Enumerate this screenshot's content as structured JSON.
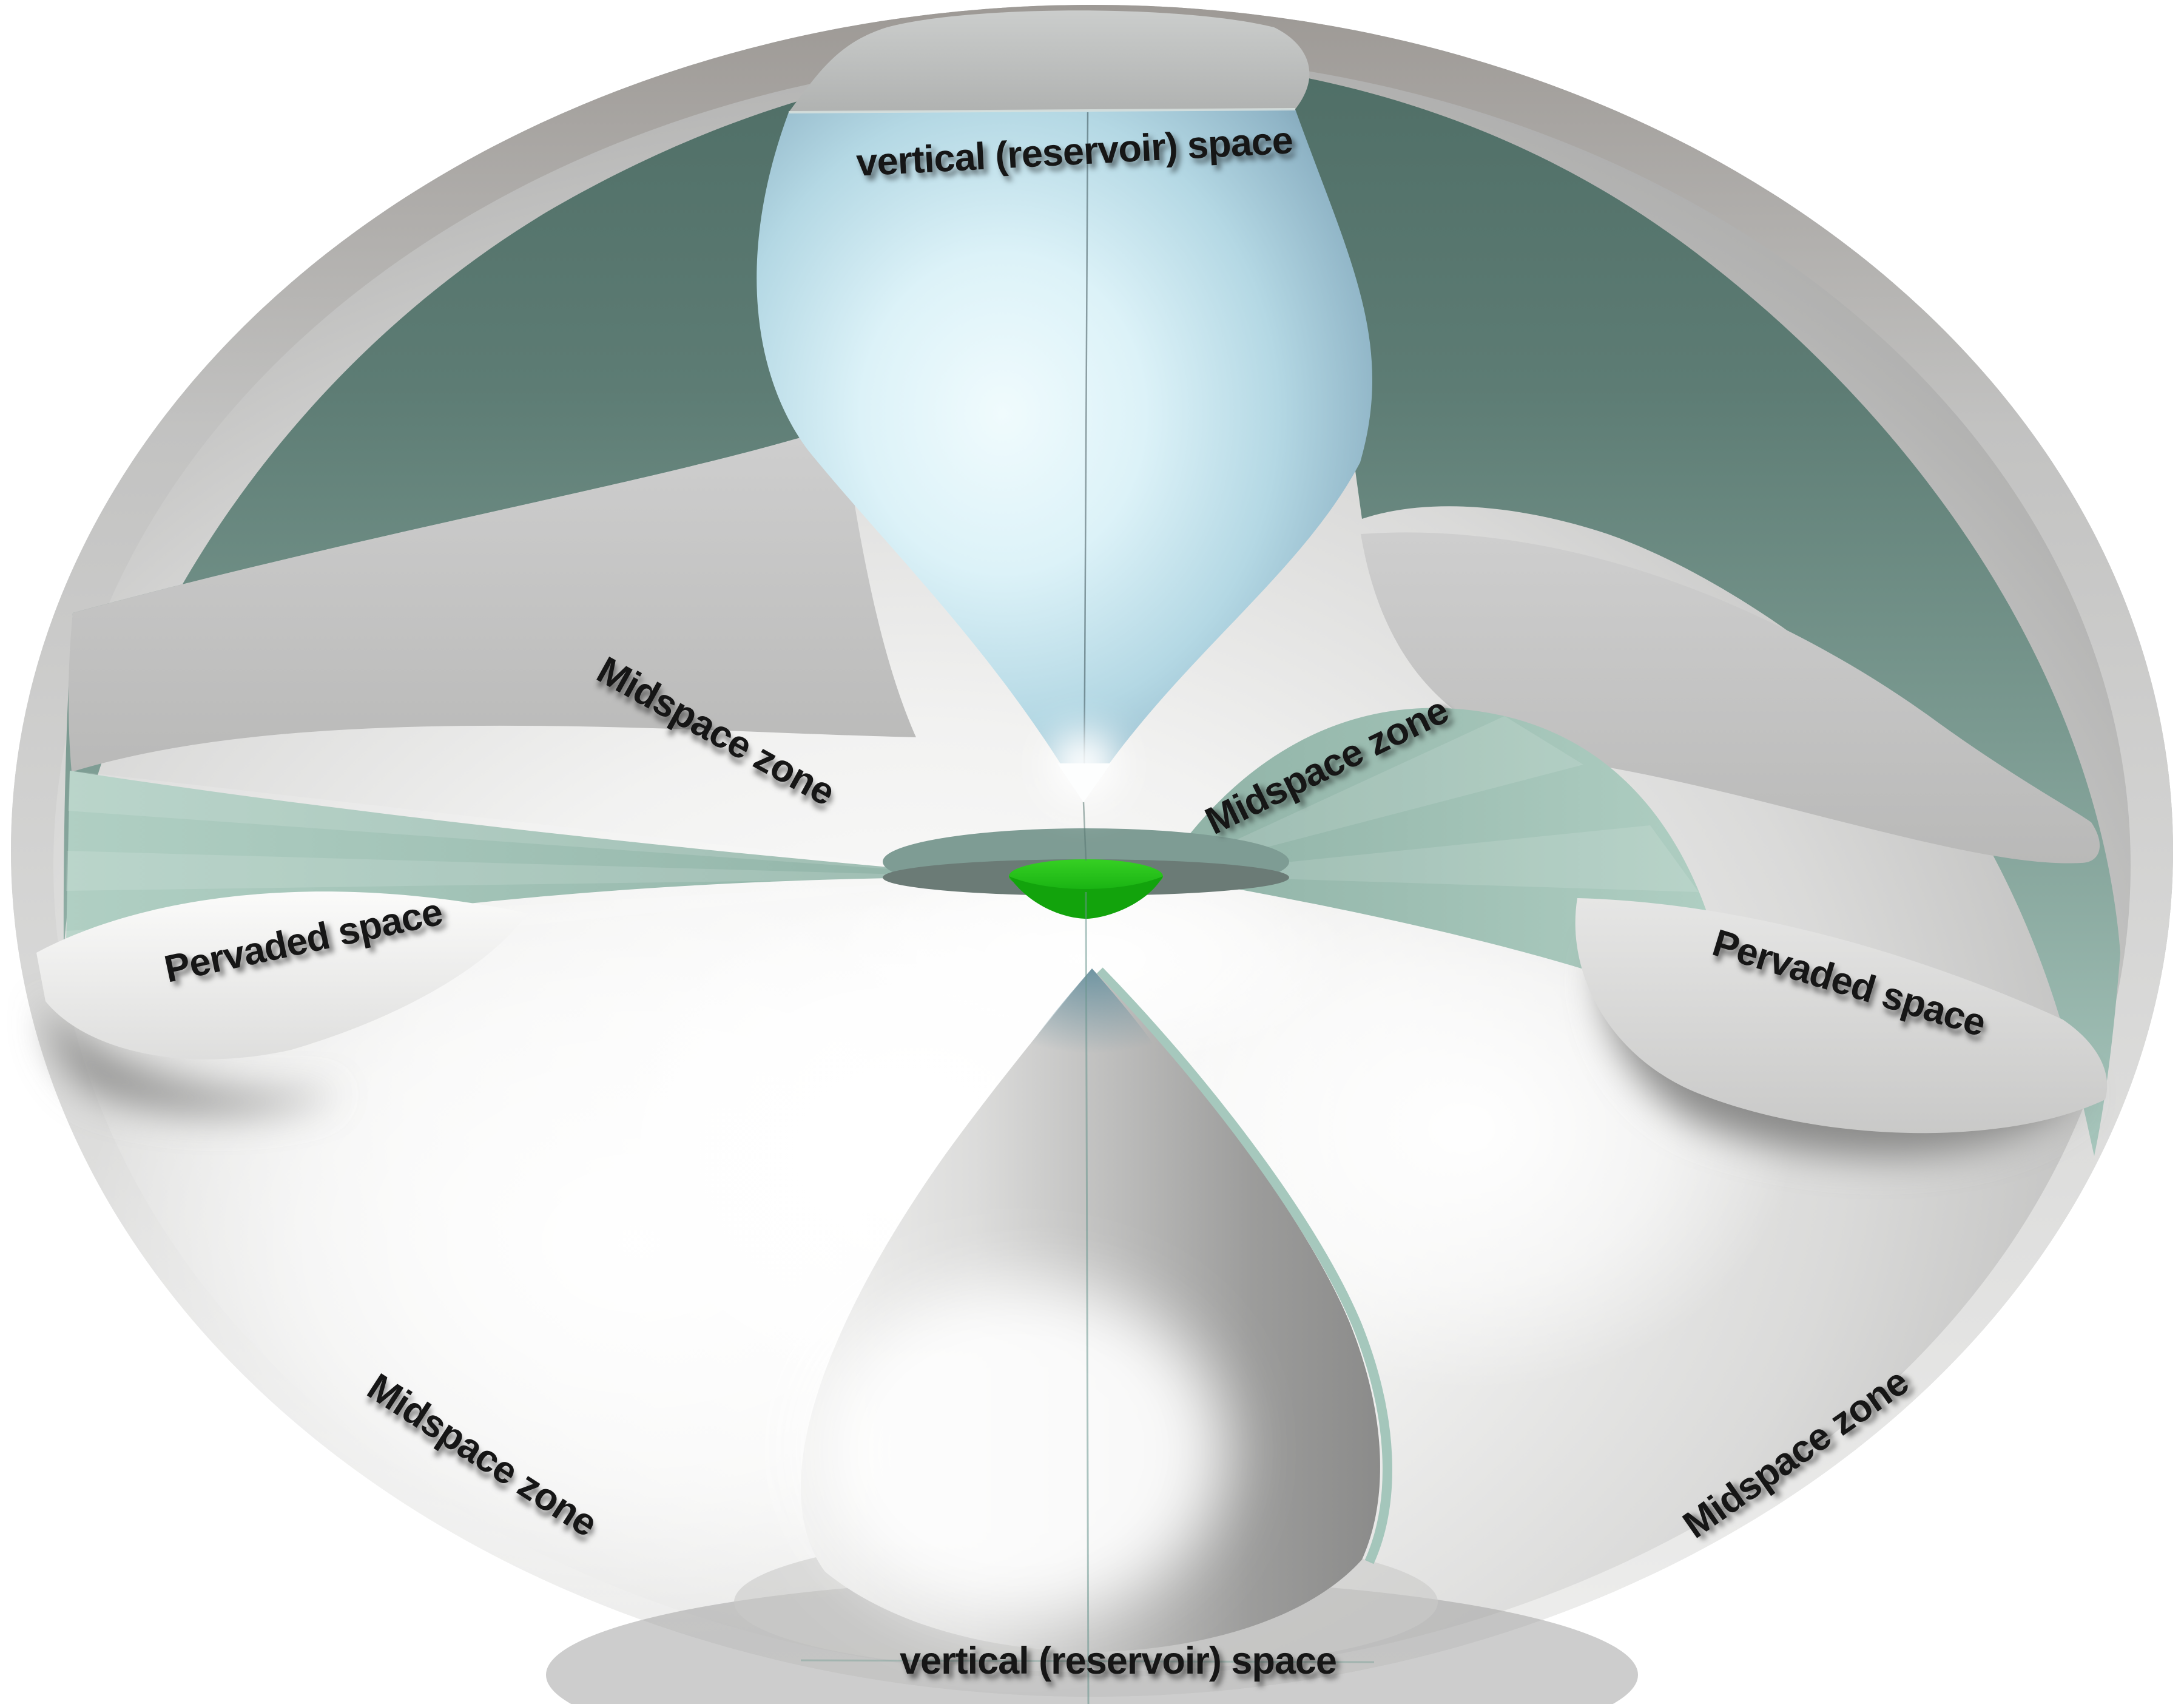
{
  "diagram": {
    "labels": {
      "top_reservoir": {
        "text": "vertical (reservoir) space"
      },
      "midspace_upper_left": {
        "text": "Midspace zone"
      },
      "midspace_upper_right": {
        "text": "Midspace zone"
      },
      "pervaded_left": {
        "text": "Pervaded space"
      },
      "pervaded_right": {
        "text": "Pervaded space"
      },
      "midspace_lower_left": {
        "text": "Midspace zone"
      },
      "midspace_lower_right": {
        "text": "Midspace zone"
      },
      "bottom_reservoir": {
        "text": "vertical (reservoir) space"
      }
    },
    "colors": {
      "background": "#ffffff",
      "shell_gray": "#b9b9b8",
      "rim_gray": "#c9c9c8",
      "torus_teal_dark": "#5d7c74",
      "midspace_band_gray": "#c6c6c5",
      "fan_teal_light": "#a4c8bc",
      "reservoir_blue": "#bcdce8",
      "center_green": "#22c315",
      "cone_gray": "#b5b5b4",
      "label_text": "#161616"
    }
  }
}
